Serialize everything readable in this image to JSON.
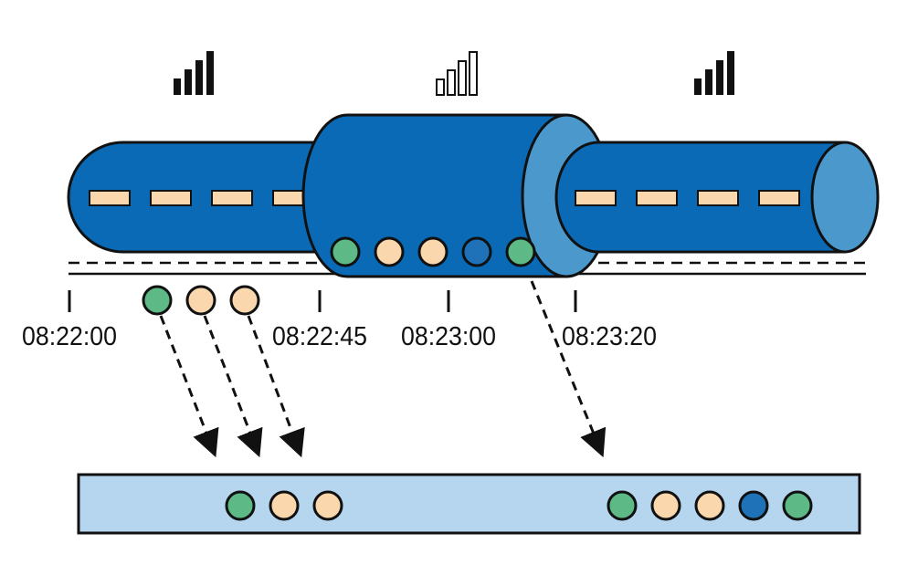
{
  "colors": {
    "pipe_dark": "#0a6ab6",
    "pipe_end": "#4b98cd",
    "dash": "#fbd7ae",
    "event_green": "#5db985",
    "event_peach": "#fbd7ae",
    "event_blue": "#1f72b8",
    "buffer_fill": "#b5d6ee",
    "stroke": "#111111"
  },
  "signal_icons": [
    {
      "name": "signal-strong-left-icon",
      "filled": true
    },
    {
      "name": "signal-weak-middle-icon",
      "filled": false
    },
    {
      "name": "signal-strong-right-icon",
      "filled": true
    }
  ],
  "timeline": {
    "ticks": [
      {
        "label": "08:22:00"
      },
      {
        "label": "08:22:45"
      },
      {
        "label": "08:23:00"
      },
      {
        "label": "08:23:20"
      }
    ]
  },
  "events": {
    "dropped_between": [
      "green",
      "peach",
      "peach"
    ],
    "held_in_tunnel": [
      "green",
      "peach",
      "peach",
      "blue",
      "green"
    ],
    "buffer_group_1": [
      "green",
      "peach",
      "peach"
    ],
    "buffer_group_2": [
      "green",
      "peach",
      "peach",
      "blue",
      "green"
    ]
  }
}
